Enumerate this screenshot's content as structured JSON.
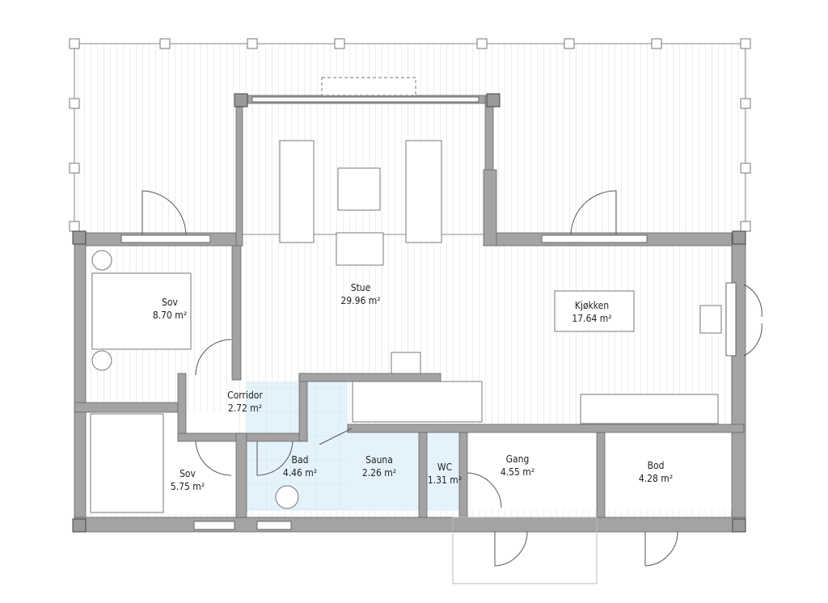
{
  "colors": {
    "wall": "#a3a3a3",
    "wet_room": "#e4f3fb",
    "line": "#777777"
  },
  "rooms": [
    {
      "name": "Sov",
      "area": "8.70 m²"
    },
    {
      "name": "Stue",
      "area": "29.96 m²"
    },
    {
      "name": "Kjøkken",
      "area": "17.64 m²"
    },
    {
      "name": "Corridor",
      "area": "2.72 m²"
    },
    {
      "name": "Sov",
      "area": "5.75 m²"
    },
    {
      "name": "Bad",
      "area": "4.46 m²"
    },
    {
      "name": "Sauna",
      "area": "2.26 m²"
    },
    {
      "name": "WC",
      "area": "1.31 m²"
    },
    {
      "name": "Gang",
      "area": "4.55 m²"
    },
    {
      "name": "Bod",
      "area": "4.28 m²"
    }
  ]
}
